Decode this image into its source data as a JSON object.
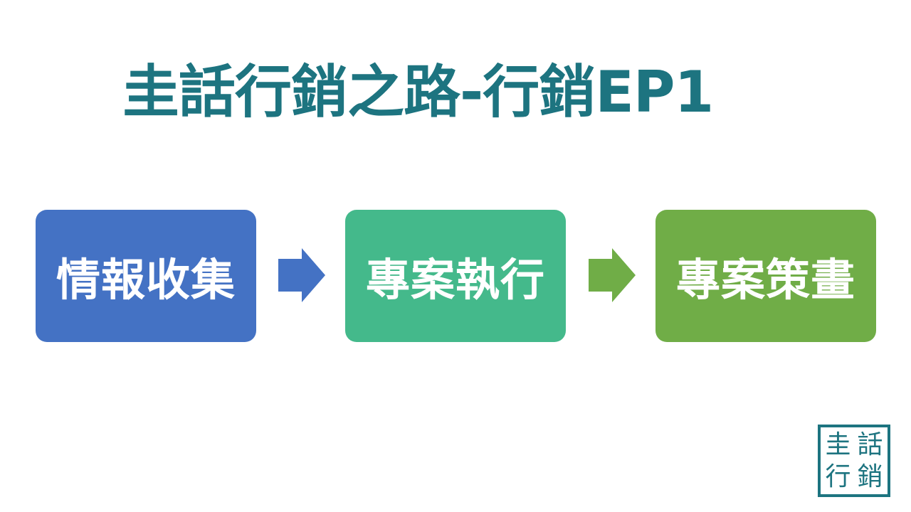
{
  "title": "圭話行銷之路-行銷EP1",
  "colors": {
    "title": "#1d7480",
    "box1": "#4472c4",
    "box2": "#44b98b",
    "box3": "#70ad47",
    "arrow1": "#4472c4",
    "arrow2": "#70ad47",
    "logo": "#1d7480",
    "background": "#ffffff"
  },
  "flow": {
    "steps": [
      {
        "label": "情報收集"
      },
      {
        "label": "專案執行"
      },
      {
        "label": "專案策畫"
      }
    ],
    "arrows": [
      {
        "icon": "right-arrow-icon"
      },
      {
        "icon": "right-arrow-icon"
      }
    ]
  },
  "logo": {
    "chars": [
      "圭",
      "話",
      "行",
      "銷"
    ]
  }
}
